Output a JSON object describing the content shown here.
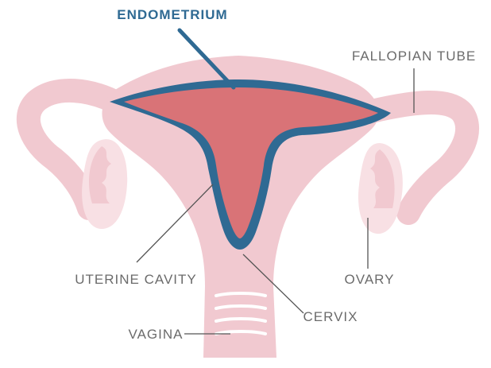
{
  "labels": {
    "endometrium": "ENDOMETRIUM",
    "fallopian_tube": "FALLOPIAN TUBE",
    "uterine_cavity": "UTERINE CAVITY",
    "ovary": "OVARY",
    "cervix": "CERVIX",
    "vagina": "VAGINA"
  },
  "colors": {
    "tissue": "#f1c9d0",
    "tissue_light": "#f6dadf",
    "ovary": "#f8e0e4",
    "cavity": "#d97377",
    "endometrium": "#2f6a93",
    "label_text": "#6b6b6b",
    "leader_line": "#555555",
    "ring": "#ffffff"
  }
}
